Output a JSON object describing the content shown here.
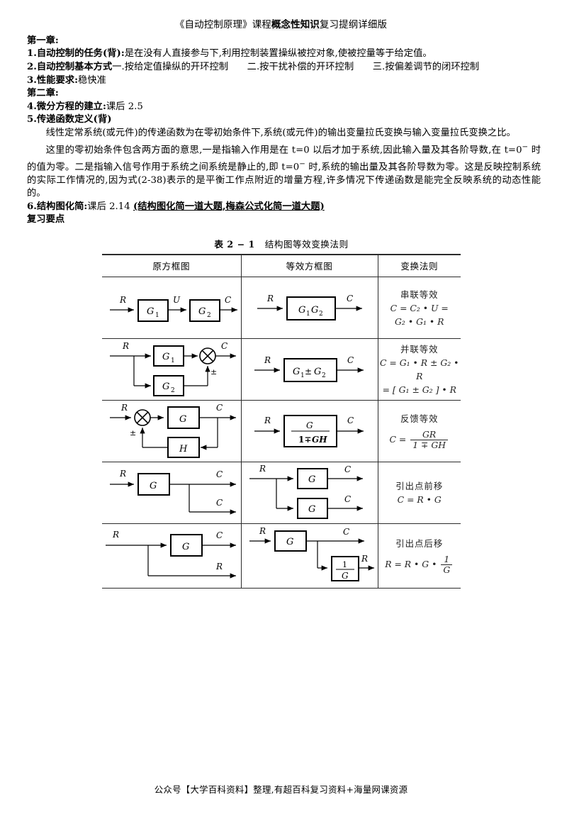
{
  "document": {
    "title_prefix": "《自动控制原理》课程",
    "title_highlight": "概念性知识",
    "title_suffix": "复习提纲详细版"
  },
  "sections": {
    "chapter1_heading": "第一章:",
    "item1_label": "1.自动控制的任务(背):",
    "item1_text": "是在没有人直接参与下,利用控制装置操纵被控对象,使被控量等于给定值。",
    "item2_label": "2.自动控制基本方式",
    "item2_text": "一.按给定值操纵的开环控制　　二.按干扰补偿的开环控制　　三.按偏差调节的闭环控制",
    "item3_label": "3.性能要求:",
    "item3_text": "稳快准",
    "chapter2_heading": "第二章:",
    "item4_label": "4.微分方程的建立:",
    "item4_text": "课后 2.5",
    "item5_label": "5.传递函数定义(背)",
    "para1": "线性定常系统(或元件)的传递函数为在零初始条件下,系统(或元件)的输出变量拉氏变换与输入变量拉氏变换之比。",
    "para2_a": "这里的零初始条件包含两方面的意思,一是指输入作用是在 t=0 以后才加于系统,因此输入量及其各阶导数,在 t=",
    "para2_b": "0",
    "para2_c": " 时的值为零。二是指输入信号作用于系统之间系统是静止的,即 t=",
    "para2_d": "0",
    "para2_e": " 时,系统的输出量及其各阶导数为零。这是反映控制系统的实际工作情况的,因为式(2-38)表示的是平衡工作点附近的增量方程,许多情况下传递函数是能完全反映系统的动态性能的。",
    "sup_minus": "−",
    "item6_label": "6.结构图化简:",
    "item6_text": "课后 2.14",
    "item6_underline": "(结构图化简一道大题,梅森公式化简一道大题)",
    "review_heading": "复习要点"
  },
  "table": {
    "caption_number": "表 2 − 1",
    "caption_text": "结构图等效变换法则",
    "headers": [
      "原方框图",
      "等效方框图",
      "变换法则"
    ],
    "rows": [
      {
        "id": "series",
        "rule_name": "串联等效",
        "rule_lines": [
          "C = C₂ • U =",
          "G₂ • G₁ • R"
        ],
        "original_labels": {
          "in": "R",
          "mid": "U",
          "out": "C",
          "block1": "G₁",
          "block2": "G₂"
        },
        "equiv_labels": {
          "in": "R",
          "out": "C",
          "block": "G₁G₂"
        }
      },
      {
        "id": "parallel",
        "rule_name": "并联等效",
        "rule_lines": [
          "C = G₁ • R ± G₂ • R",
          "= [ G₁ ± G₂ ] • R"
        ],
        "original_labels": {
          "in": "R",
          "out": "C",
          "block1": "G₁",
          "block2": "G₂",
          "sign": "±"
        },
        "equiv_labels": {
          "in": "R",
          "out": "C",
          "block": "G₁±G₂"
        }
      },
      {
        "id": "feedback",
        "rule_name": "反馈等效",
        "rule_formula_num": "GR",
        "rule_formula_den": "1 ∓ GH",
        "rule_formula_lhs": "C =",
        "original_labels": {
          "in": "R",
          "out": "C",
          "block1": "G",
          "block2": "H",
          "sign": "±"
        },
        "equiv_labels": {
          "in": "R",
          "out": "C",
          "block_num": "G",
          "block_den": "1∓GH"
        }
      },
      {
        "id": "takeoff-forward",
        "rule_name": "引出点前移",
        "rule_lines": [
          "C = R • G"
        ],
        "original_labels": {
          "in": "R",
          "out1": "C",
          "out2": "C",
          "block": "G"
        },
        "equiv_labels": {
          "in": "R",
          "out1": "C",
          "out2": "C",
          "block1": "G",
          "block2": "G"
        }
      },
      {
        "id": "takeoff-backward",
        "rule_name": "引出点后移",
        "rule_lhs": "R = R • G •",
        "rule_frac_num": "1",
        "rule_frac_den": "G",
        "original_labels": {
          "in": "R",
          "out1": "C",
          "out2": "R",
          "block": "G"
        },
        "equiv_labels": {
          "in": "R",
          "out1": "C",
          "out2": "R",
          "block1": "G",
          "block2_num": "1",
          "block2_den": "G"
        }
      }
    ]
  },
  "footer": {
    "text": "公众号【大学百科资料】整理,有超百科复习资料+海量网课资源"
  }
}
